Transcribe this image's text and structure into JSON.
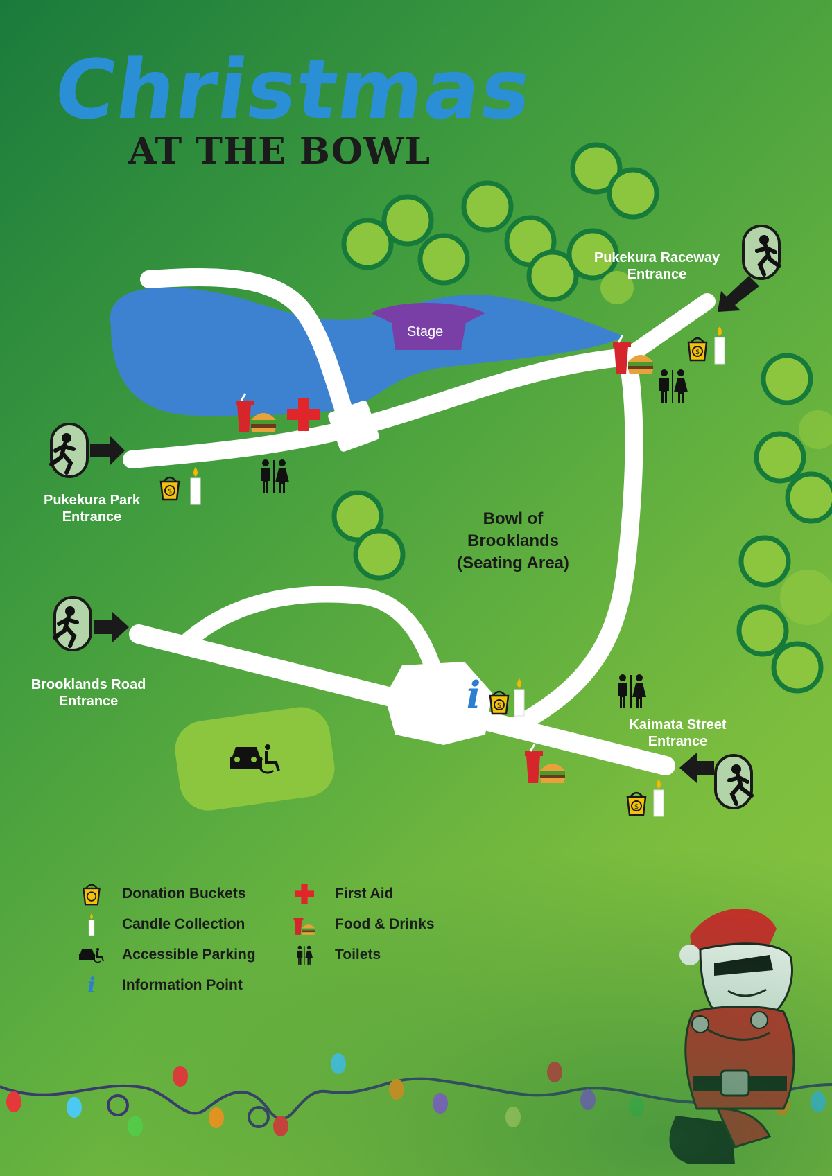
{
  "title": {
    "main": "Christmas",
    "sub": "AT THE BOWL"
  },
  "map": {
    "stage_label": "Stage",
    "bowl_label_lines": [
      "Bowl of",
      "Brooklands",
      "(Seating Area)"
    ],
    "entrances": [
      {
        "id": "pukekura-park",
        "lines": [
          "Pukekura Park",
          "Entrance"
        ]
      },
      {
        "id": "brooklands-road",
        "lines": [
          "Brooklands Road",
          "Entrance"
        ]
      },
      {
        "id": "pukekura-raceway",
        "lines": [
          "Pukekura Raceway",
          "Entrance"
        ]
      },
      {
        "id": "kaimata-street",
        "lines": [
          "Kaimata Street",
          "Entrance"
        ]
      }
    ],
    "information_glyph": "i"
  },
  "legend": {
    "items": [
      {
        "icon": "donation-bucket-icon",
        "label": "Donation Buckets"
      },
      {
        "icon": "candle-icon",
        "label": "Candle Collection"
      },
      {
        "icon": "accessible-parking-icon",
        "label": "Accessible Parking"
      },
      {
        "icon": "information-icon",
        "label": "Information Point"
      },
      {
        "icon": "first-aid-icon",
        "label": "First Aid"
      },
      {
        "icon": "food-drinks-icon",
        "label": "Food & Drinks"
      },
      {
        "icon": "toilets-icon",
        "label": "Toilets"
      }
    ]
  },
  "colors": {
    "background_dark": "#1a7a3c",
    "background_light": "#8cc63f",
    "lake": "#3d82d1",
    "stage": "#7a3fa6",
    "path": "#ffffff",
    "tree_fill": "#8cc63f",
    "tree_ring": "#167a3a",
    "title_blue": "#2b8fd6",
    "first_aid_red": "#e0262b"
  }
}
